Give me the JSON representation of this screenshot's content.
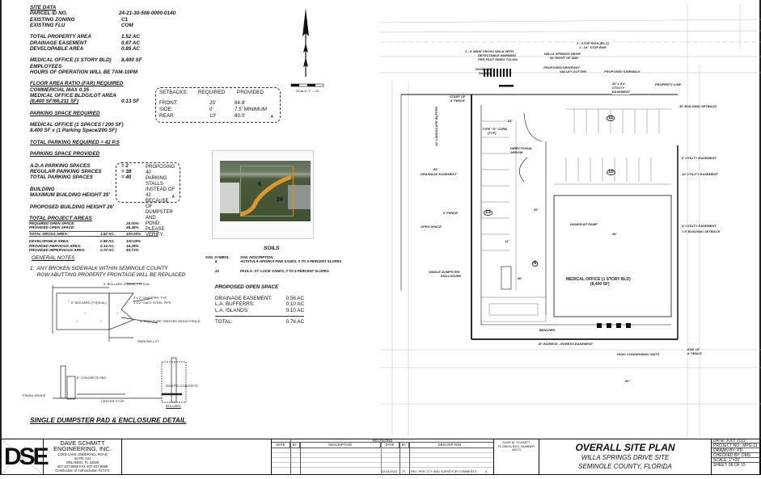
{
  "site_data": {
    "rows": [
      {
        "label": "SITE DATA",
        "value": ""
      },
      {
        "label": "PARCEL ID NO.",
        "value": "24-21-30-508-0000-0140"
      },
      {
        "label": "EXISTING ZONING",
        "value": "C1"
      },
      {
        "label": "EXISTING FLU",
        "value": "COM"
      },
      {
        "label": "",
        "value": ""
      },
      {
        "label": "TOTAL PROPERTY AREA",
        "value": "1.52 AC"
      },
      {
        "label": "DRAINAGE EASEMENT",
        "value": "0.67 AC"
      },
      {
        "label": "DEVELOPABLE AREA",
        "value": "0.85 AC"
      },
      {
        "label": "",
        "value": ""
      },
      {
        "label": "MEDICAL OFFICE (1 STORY BLD)",
        "value": "8,400 SF"
      },
      {
        "label": "EMPLOYEES",
        "value": ""
      },
      {
        "label": "HOURS OF OPERATION WILL BE 7AM-10PM",
        "value": ""
      },
      {
        "label": "",
        "value": ""
      },
      {
        "label": "FLOOR AREA RATIO (FAR) REQUIRED",
        "value": ""
      },
      {
        "label": "COMMERCIAL MAX 0.35",
        "value": ""
      },
      {
        "label": "MEDICAL OFFICE  BLDG/LOT AREA",
        "value": ""
      },
      {
        "label": "(8,400 SF/66,211 SF)",
        "value": "0.13  SF"
      },
      {
        "label": "",
        "value": ""
      },
      {
        "label": "PARKING SPACE REQUIRED",
        "value": ""
      },
      {
        "label": "",
        "value": ""
      },
      {
        "label": "MEDICAL OFFICE  (1 SPACES / 200 SF)",
        "value": ""
      },
      {
        "label": "8,400 SF x (1 Parking Space/200 SF)",
        "value": ""
      },
      {
        "label": "",
        "value": ""
      },
      {
        "label": "TOTAL PARKING REQUIRED = 42 P.S",
        "value": ""
      },
      {
        "label": "",
        "value": ""
      },
      {
        "label": "PARKING SPACE PROVIDED",
        "value": ""
      },
      {
        "label": "",
        "value": ""
      },
      {
        "label": "A.D.A PARKING SPACES",
        "value": "=   2"
      },
      {
        "label": "REGULAR PARKING SPACES",
        "value": "= 38"
      },
      {
        "label": "TOTAL PARKING SPACES",
        "value": "= 40"
      },
      {
        "label": "",
        "value": ""
      },
      {
        "label": "BUILDING",
        "value": ""
      },
      {
        "label": " MAXIMUM BUILDING HEIGHT 35'",
        "value": ""
      },
      {
        "label": "",
        "value": ""
      },
      {
        "label": "PROPOSED BUILDING HEIGHT 26'",
        "value": ""
      }
    ],
    "parking_note": [
      "PROPOSING 40",
      "PARKING STALLS",
      "INSTEAD OF 42",
      "BECAUSE OF",
      "DUMPSTER AND",
      "POND. PLEASE",
      "VERIFY."
    ],
    "revision_mark": "A"
  },
  "setbacks": {
    "headers": [
      "SETBACKS:",
      "REQUIRED",
      "PROVIDED"
    ],
    "rows": [
      [
        "FRONT:",
        "25'",
        "84.8'"
      ],
      [
        "SIDE:",
        "0'",
        "7.5' MINIMUM"
      ],
      [
        "REAR:",
        "10'",
        "80.0'"
      ]
    ],
    "revision_mark": "A"
  },
  "project_areas": {
    "title": "TOTAL PROJECT AREAS",
    "rows": [
      [
        "REQUIRED OPEN SPACE:",
        "",
        "25.00%"
      ],
      [
        "PROVIDED OPEN SPACE:",
        "",
        "45.46%"
      ],
      [
        "TOTAL GROSS AREA:",
        "1.52 AC.",
        "100.00%"
      ],
      [
        "DEVELOPABLE AREA:",
        "0.86 AC.",
        "100.00%"
      ],
      [
        "PROVIDED PERVIOUS AREA:",
        "0.14 AC.",
        "16.28%"
      ],
      [
        "PROVIDED IMPERVIOUS AREA:",
        "0.72 AC.",
        "83.72%"
      ]
    ]
  },
  "general_notes": {
    "title": "GENERAL NOTES",
    "items": [
      "1.  ANY BROKEN SIDEWALK WITHIN SEMINOLE COUNTY",
      "     ROW ABUTTING PROPERTY FRONTAGE WILL BE REPLACED"
    ]
  },
  "north_arrow": {
    "scale_label": "SCALE: 1\" = 20'"
  },
  "soils": {
    "title": "SOILS",
    "headers": [
      "SOIL SYMBOL",
      "SOIL DESCRIPTION"
    ],
    "rows": [
      [
        "6",
        "ASTATULA-APOPKA FINE SANDS, 0 TO 5 PERCENT SLOPES"
      ],
      [
        "24",
        "PAOLA- ST. LUCIE SANDS, 0 TO 5 PERCENT SLOPES"
      ]
    ],
    "map_labels": [
      "6",
      "24"
    ]
  },
  "open_space": {
    "title": "PROPOSED OPEN SPACE",
    "rows": [
      [
        "DRAINAGE EASEMENT:",
        "0.56 AC"
      ],
      [
        "L.A.   BUFFERRS:",
        "0.10 AC"
      ],
      [
        "L.A.   ISLANDS:",
        "0.10 AC"
      ]
    ],
    "total": [
      "TOTAL:",
      "0.76 AC"
    ]
  },
  "dumpster": {
    "title": "SINGLE DUMPSTER PAD & ENCLOSURE DETAIL",
    "notes": [
      "6\" BOLLARD 4' HIGH. TYPICAL",
      "2\"x 2\" CHAMFER, TYP.",
      "1-1/2\" GALV. STEEL PIPE",
      "6\" BOLLARD (TYPICAL)",
      "6\" PRESSURE TREATED WOOD FENCE",
      "PARKING LOT",
      "FINISH GRADE",
      "CENTER STOP",
      "BOLLARD",
      "6\" CONCRETE PAD",
      "3500 PSI CONCRETE"
    ]
  },
  "site_plan": {
    "labels": {
      "stop": "1 - STOP SIGN (R1-1)",
      "stopbar": "1 - 24\" STOP BAR",
      "cross": "1 - 8' WIDE CROSS WALK WITH",
      "cross2": "DETECTABLE WARNING",
      "cross3": "PER FDOT INDEX 711-001",
      "willa": "WILLA SPRINGS DRIVE",
      "row": "60' RIGHT OF WAY",
      "driveway": "PROPOSED DRIVEWAY",
      "valley": "VALLEY GUTTER",
      "sidewalk": "PROPOSED SIDEWALK",
      "util1": "20' x 5.4'",
      "util2": "UTILITY",
      "util3": "EASEMENT",
      "propline": "PROPERTY LINE",
      "handicap1": "HANDICAP",
      "ramps": "RAMPS",
      "start_fence": "START OF",
      "start_fence2": "6' FENCE",
      "curb": "TYPE \"D\" CURB",
      "curb2": "(TYP)",
      "landscape": "10' LANDSCAPE BUFFER",
      "dir1": "DIRECTIONAL",
      "dir2": "ARROW",
      "drainage": "DRAINAGE EASEMENT",
      "fence": "6' FENCE",
      "open_space": "OPEN SPACE",
      "dumpster1": "SINGLE DUMPSTER",
      "dumpster2": "ENCLOSURE",
      "handicap_ramp": "HANDICAP RAMP",
      "building1": "MEDICAL OFFICE (1 STORY BLD)",
      "building2": "(8,400 SF)",
      "util_e1": "5' UTILITY EASEMENT",
      "util_e2": "10' UTILITY EASEMENT",
      "util_e3": "5' UTILITY EASEMENT",
      "setback": "7.5' BUILDING SETBACK",
      "bsetback": "30' BUILDING SETBACK",
      "benches": "BENCHES",
      "hvac": "HVAC CONDENSING UNITS",
      "end_fence": "END OF",
      "end_fence2": "6' FENCE",
      "ingress": "15' INGRESS - EGRESS EASEMENT",
      "n11": "11",
      "n10": "10",
      "n13": "13",
      "n6": "6",
      "dim94": "94'",
      "dim20": "20'",
      "dim12": "12'",
      "dim85": "85'",
      "dim60": "60'",
      "dim80": "80'",
      "dim24": "24'"
    }
  },
  "title_block": {
    "company": [
      "DAVE SCHMITT",
      "ENGINEERING, INC."
    ],
    "address": [
      "12301 LAKE UNDERHILL ROAD",
      "SUITE 241",
      "ORLANDO, FL 32828",
      "407-207-9088    FAX 407-207-9089",
      "Certification of Authorization #27471"
    ],
    "logo": "DSE",
    "revisions_title": "REVISIONS",
    "rev_headers": [
      "DATE",
      "BY",
      "DESCRIPTION"
    ],
    "rev_entry": [
      "02/24/2023",
      "JT",
      "REV. PER CITY AND SURVEYOR COMMENTS",
      "A"
    ],
    "seal": [
      "DAVE M. SCHMITT",
      "FLORIDA REG. NUMBER",
      "48274"
    ],
    "title": "OVERALL SITE PLAN",
    "subtitle1": "WILLA SPRINGS DRIVE SITE",
    "subtitle2": "SEMINOLE COUNTY, FLORIDA",
    "info": [
      "DATE: JULY 2022",
      "PROJECT NO.: MPG-11",
      "DRAWN BY: PD",
      "CHECKED BY: DMS",
      "SCALE: 1\"=20'",
      "SHEET: 06 OF 15"
    ]
  }
}
